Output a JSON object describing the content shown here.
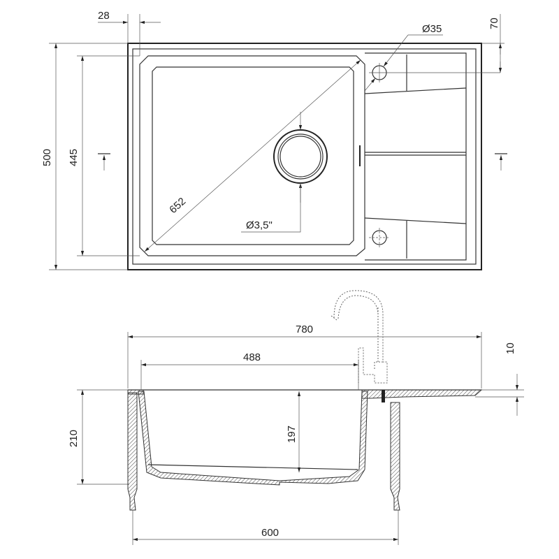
{
  "top_view": {
    "dim_flange": "28",
    "dim_overall_depth": "500",
    "dim_bowl_depth": "445",
    "dim_tap_hole_diameter": "Ø35",
    "dim_tap_hole_offset": "70",
    "dim_diagonal": "652",
    "dim_drain": "Ø3,5\""
  },
  "side_view": {
    "dim_overall_width": "780",
    "dim_bowl_width": "488",
    "dim_rim_thickness": "10",
    "dim_total_height": "210",
    "dim_bowl_height": "197",
    "dim_cabinet_width": "600"
  }
}
